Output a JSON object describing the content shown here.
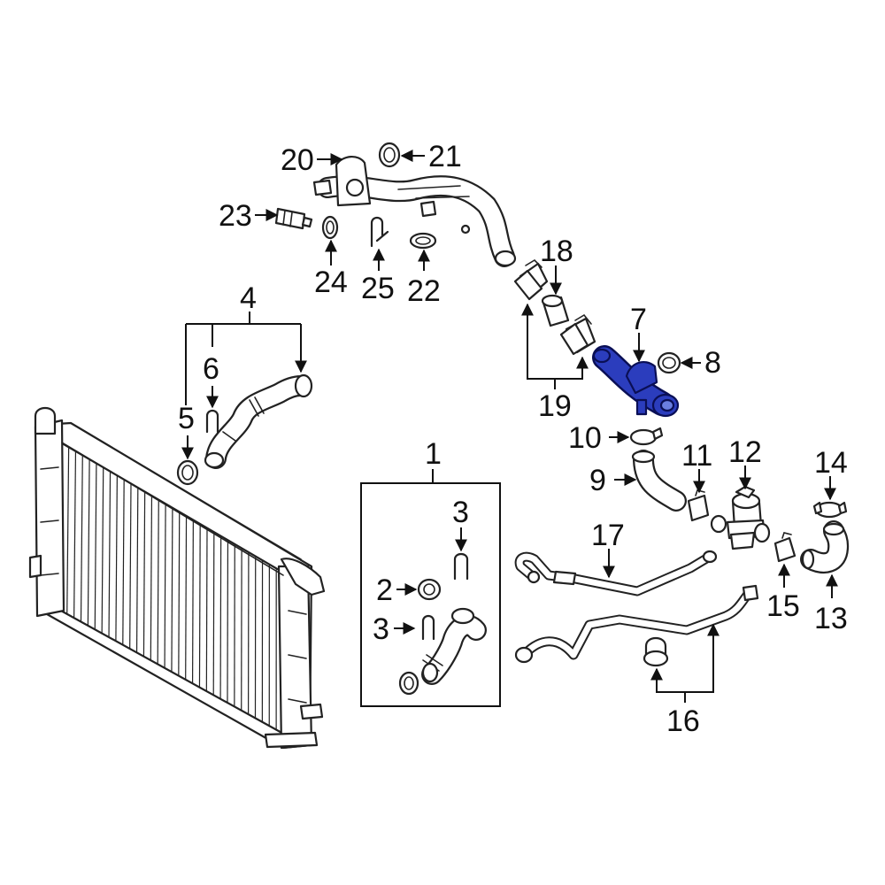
{
  "highlight_color": "#2b3dbd",
  "callouts": {
    "c1": "1",
    "c2": "2",
    "c3a": "3",
    "c3b": "3",
    "c4": "4",
    "c5": "5",
    "c6": "6",
    "c7": "7",
    "c8": "8",
    "c9": "9",
    "c10": "10",
    "c11": "11",
    "c12": "12",
    "c13": "13",
    "c14": "14",
    "c15": "15",
    "c16": "16",
    "c17": "17",
    "c18": "18",
    "c19": "19",
    "c20": "20",
    "c21": "21",
    "c22": "22",
    "c23": "23",
    "c24": "24",
    "c25": "25"
  }
}
